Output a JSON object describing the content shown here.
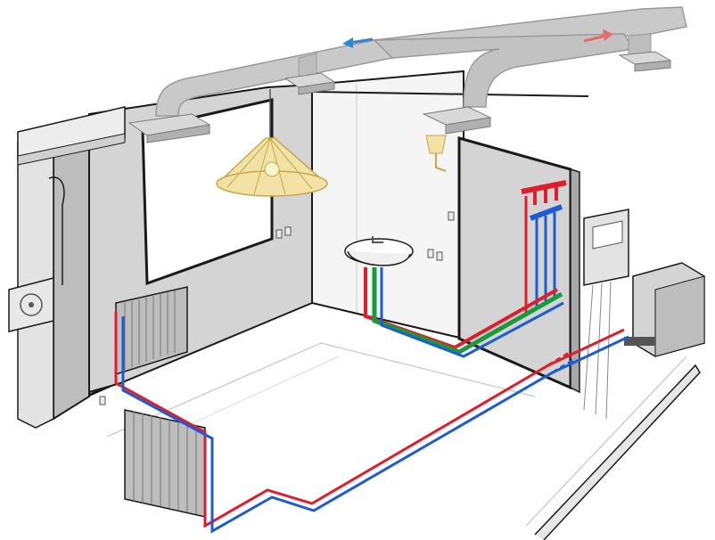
{
  "scene": {
    "type": "isometric-house-utilities-cutaway",
    "colors": {
      "background": "#ffffff",
      "wall": "#d4d4d4",
      "wall_dark": "#bdbdbd",
      "outline": "#1a1a1a",
      "duct": "#c9c9c9",
      "duct_shadow": "#a8a8a8",
      "hot_pipe": "#e01e2b",
      "cold_pipe": "#1c5bd4",
      "drain_pipe": "#1a9a3c",
      "airflow_supply": "#2b86d9",
      "airflow_exhaust": "#e86a6a",
      "lamp_shade": "#f3e2a6",
      "lamp_frame": "#c6a84a"
    },
    "icons": [
      "ventilation-duct",
      "ceiling-diffuser",
      "airflow-arrow-icon",
      "pendant-lamp",
      "wall-sconce",
      "air-conditioner-indoor-unit",
      "fan-unit",
      "radiator",
      "washbasin",
      "water-manifold",
      "control-panel",
      "boiler-unit",
      "underfloor-pipe-loop"
    ]
  }
}
